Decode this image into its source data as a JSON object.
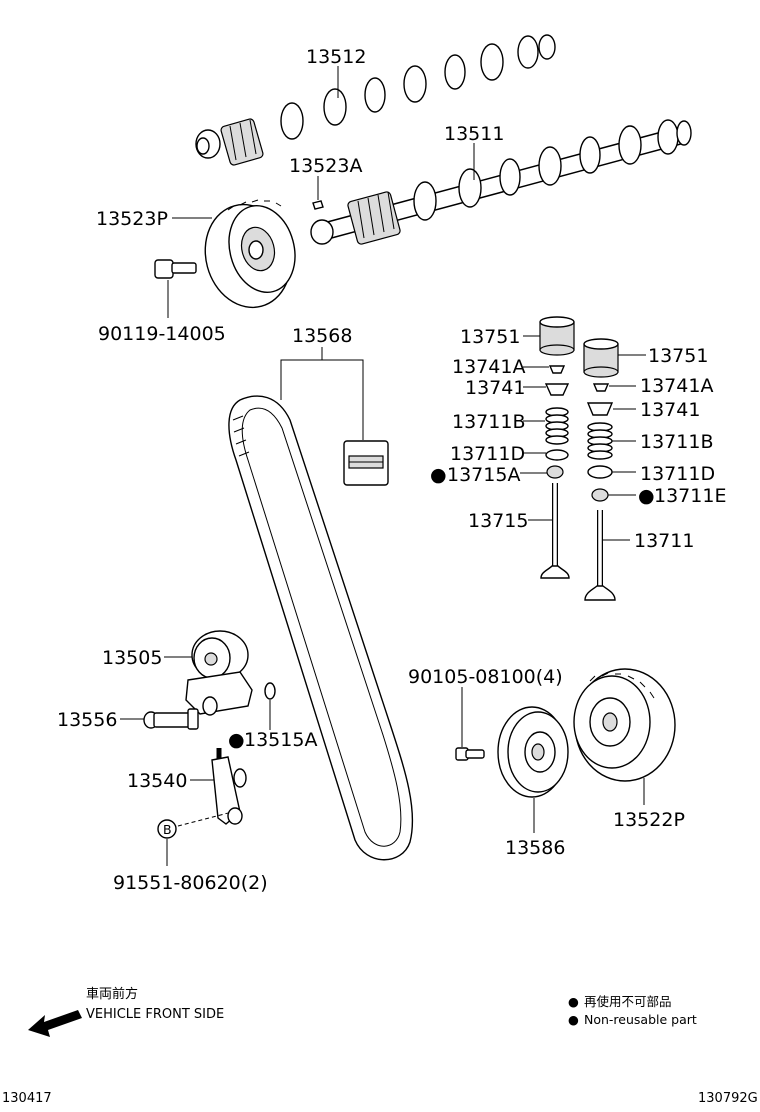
{
  "parts": {
    "p13512": "13512",
    "p13511": "13511",
    "p13523A": "13523A",
    "p13523P": "13523P",
    "p90119": "90119-14005",
    "p13568": "13568",
    "p13751_l": "13751",
    "p13751_r": "13751",
    "p13741A_l": "13741A",
    "p13741A_r": "13741A",
    "p13741_l": "13741",
    "p13741_r": "13741",
    "p13711B_l": "13711B",
    "p13711B_r": "13711B",
    "p13711D_l": "13711D",
    "p13711D_r": "13711D",
    "p13715A": "13715A",
    "p13711E": "13711E",
    "p13715": "13715",
    "p13711": "13711",
    "p13505": "13505",
    "p13556": "13556",
    "p13515A": "13515A",
    "p13540": "13540",
    "p91551": "91551-80620(2)",
    "p90105": "90105-08100(4)",
    "p13586": "13586",
    "p13522P": "13522P"
  },
  "footer": {
    "front_jp": "車両前方",
    "front_en": "VEHICLE FRONT SIDE",
    "legend_jp": "再使用不可部品",
    "legend_en": "Non-reusable part",
    "code_left": "130417",
    "code_right": "130792G"
  },
  "symbols": {
    "non_reusable_marker": "●",
    "bolt_head_mark": "B"
  },
  "colors": {
    "line": "#000000",
    "background": "#ffffff"
  }
}
